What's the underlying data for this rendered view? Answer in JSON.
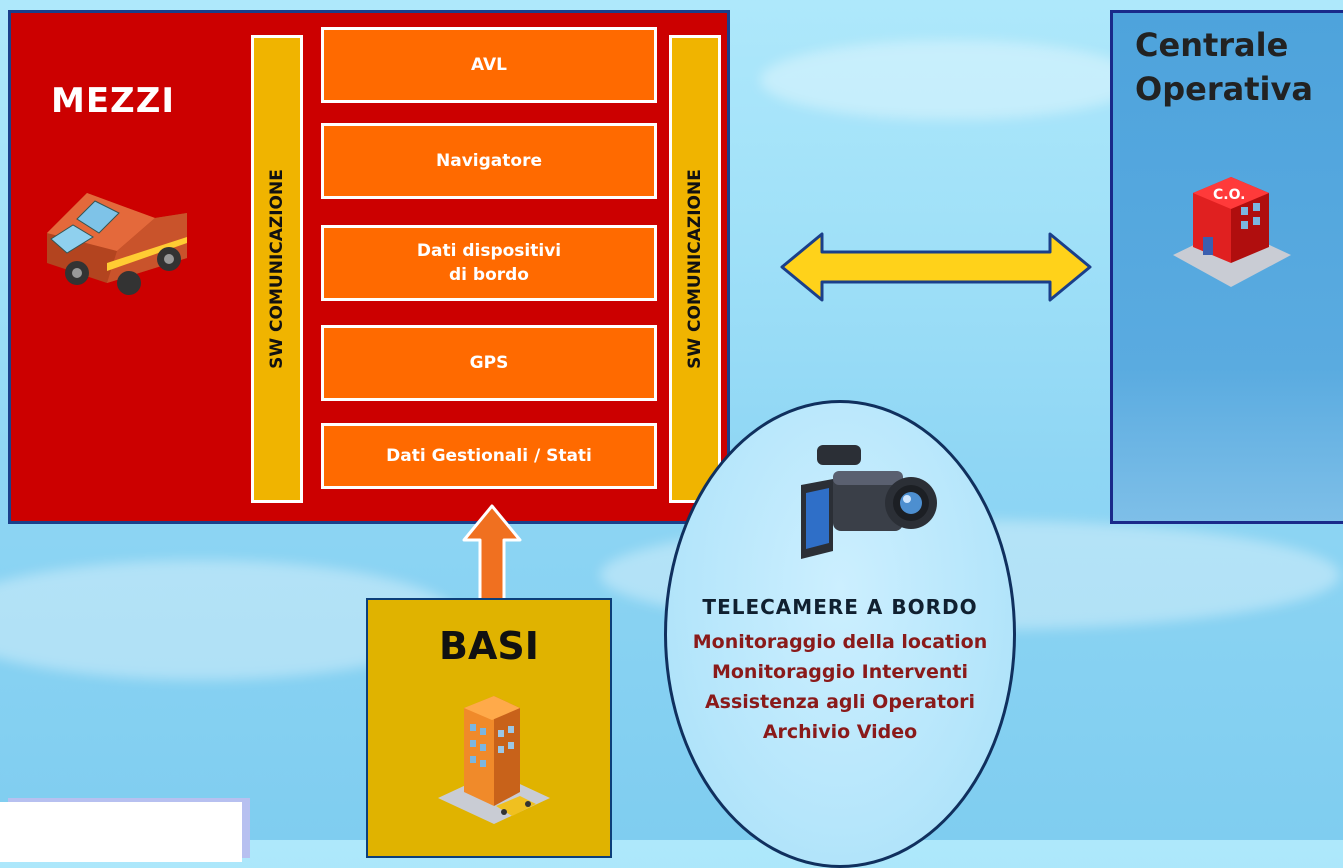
{
  "mezzi": {
    "title": "MEZZI",
    "sw_left": "SW COMUNICAZIONE",
    "sw_right": "SW COMUNICAZIONE",
    "modules": [
      "AVL",
      "Navigatore",
      "Dati dispositivi\ndi bordo",
      "GPS",
      "Dati Gestionali / Stati"
    ]
  },
  "centrale": {
    "title": "Centrale\nOperativa",
    "icon_label": "C.O."
  },
  "basi": {
    "title": "BASI"
  },
  "telecamere": {
    "title": "TELECAMERE A BORDO",
    "items": [
      "Monitoraggio della location",
      "Monitoraggio Interventi",
      "Assistenza agli Operatori",
      "Archivio Video"
    ]
  },
  "colors": {
    "mezzi_bg": "#cc0000",
    "module_bg": "#ff6a00",
    "sw_bar": "#f0b400",
    "centrale_bg": "#4ea3dc",
    "basi_bg": "#e0b300",
    "arrow_yellow": "#ffd21a",
    "arrow_orange": "#f07020",
    "tele_text": "#8a1a1a"
  },
  "icons": {
    "vehicle": "van-icon",
    "centrale": "building-red-icon",
    "basi": "building-orange-icon",
    "camera": "video-camera-icon"
  }
}
